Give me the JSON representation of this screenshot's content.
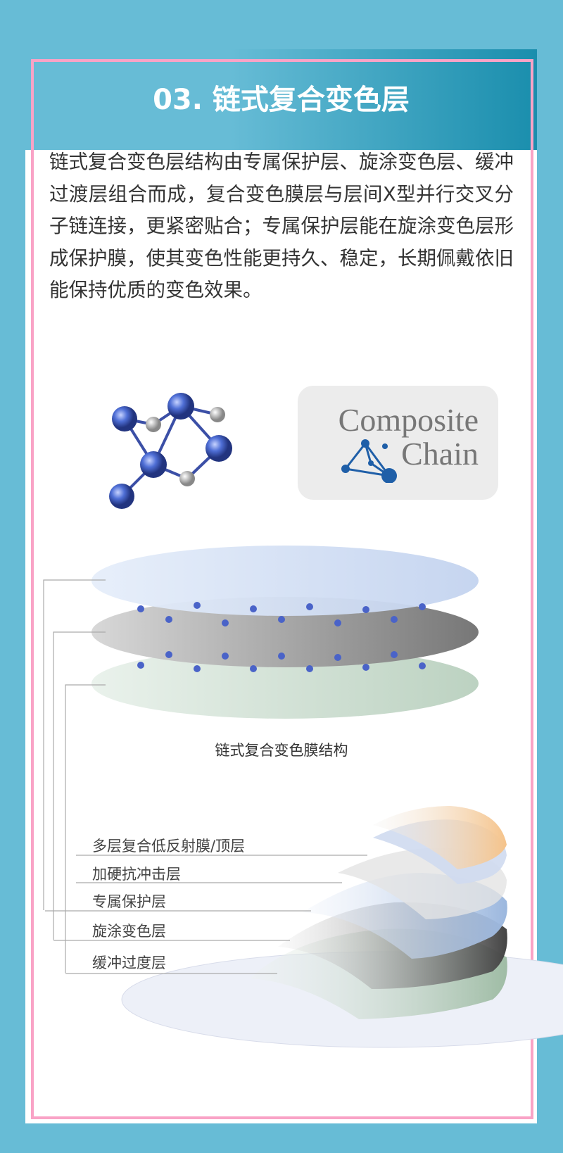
{
  "header": {
    "title": "03. 链式复合变色层"
  },
  "description": "链式复合变色层结构由专属保护层、旋涂变色层、缓冲过渡层组合而成，复合变色膜层与层间X型并行交叉分子链连接，更紧密贴合；专属保护层能在旋涂变色层形成保护膜，使其变色性能更持久、稳定，长期佩戴依旧能保持优质的变色效果。",
  "badge": {
    "line1": "Composite",
    "line2": "Chain"
  },
  "diagram": {
    "caption": "链式复合变色膜结构"
  },
  "layers": [
    "多层复合低反射膜/顶层",
    "加硬抗冲击层",
    "专属保护层",
    "旋涂变色层",
    "缓冲过度层"
  ],
  "colors": {
    "background": "#67bcd6",
    "header_end": "#1a8ead",
    "border": "#f9a3c6",
    "molecule": "#3b5cc0"
  }
}
